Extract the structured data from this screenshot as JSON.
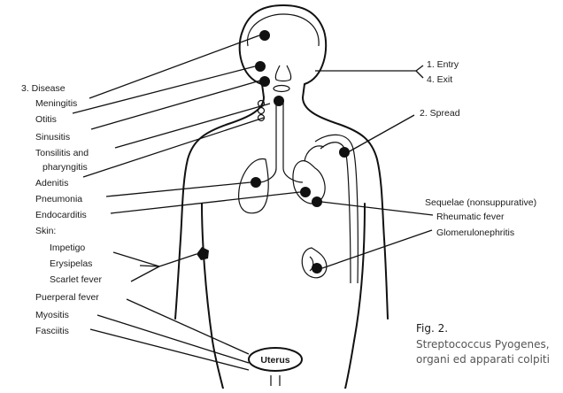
{
  "labels": {
    "disease": "3. Disease",
    "meningitis": "Meningitis",
    "otitis": "Otitis",
    "sinusitis": "Sinusitis",
    "tonsillitis": "Tonsilitis and",
    "pharyngitis": "pharyngitis",
    "adenitis": "Adenitis",
    "pneumonia": "Pneumonia",
    "endocarditis": "Endocarditis",
    "skin": "Skin:",
    "impetigo": "Impetigo",
    "erysipelas": "Erysipelas",
    "scarlet": "Scarlet fever",
    "puerperal": "Puerperal fever",
    "myositis": "Myositis",
    "fasciitis": "Fasciitis",
    "entry": "1. Entry",
    "exit": "4. Exit",
    "spread": "2. Spread",
    "sequelae": "Sequelae (nonsuppurative)",
    "rheumatic": "Rheumatic fever",
    "glomerulo": "Glomerulonephritis",
    "uterus": "Uterus"
  },
  "caption": {
    "title": "Fig. 2.",
    "line1": "Streptococcus Pyogenes,",
    "line2": "organi ed apparati colpiti"
  },
  "colors": {
    "ink": "#111111",
    "caption": "#555555",
    "background": "#ffffff"
  }
}
